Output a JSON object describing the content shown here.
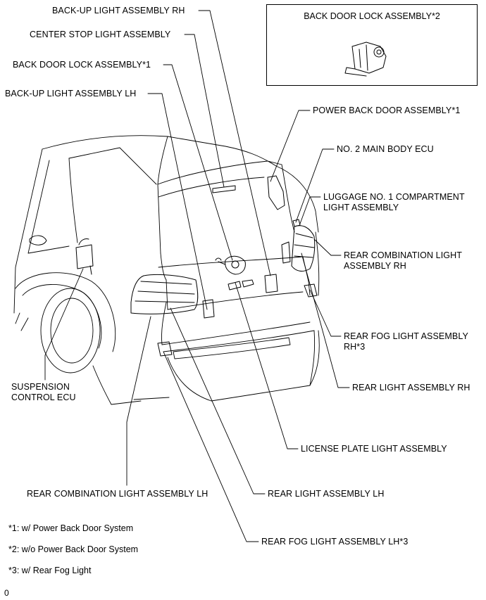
{
  "inset": {
    "title": "BACK DOOR LOCK ASSEMBLY*2"
  },
  "labels": {
    "backup_light_rh": "BACK-UP LIGHT ASSEMBLY RH",
    "center_stop_light": "CENTER STOP LIGHT ASSEMBLY",
    "back_door_lock_1": "BACK DOOR LOCK ASSEMBLY*1",
    "backup_light_lh": "BACK-UP LIGHT ASSEMBLY LH",
    "power_back_door": "POWER BACK DOOR ASSEMBLY*1",
    "no2_main_body_ecu": "NO. 2 MAIN BODY ECU",
    "luggage_light": "LUGGAGE NO. 1 COMPARTMENT\nLIGHT ASSEMBLY",
    "rear_combination_rh": "REAR COMBINATION LIGHT\nASSEMBLY RH",
    "rear_fog_rh": "REAR FOG LIGHT ASSEMBLY\nRH*3",
    "rear_light_rh": "REAR LIGHT ASSEMBLY RH",
    "suspension_ecu": "SUSPENSION\nCONTROL ECU",
    "license_plate_light": "LICENSE PLATE LIGHT ASSEMBLY",
    "rear_combination_lh": "REAR COMBINATION LIGHT ASSEMBLY LH",
    "rear_light_lh": "REAR LIGHT ASSEMBLY LH",
    "rear_fog_lh": "REAR FOG LIGHT ASSEMBLY LH*3"
  },
  "notes": {
    "n1": "*1: w/ Power Back Door System",
    "n2": "*2: w/o Power Back Door System",
    "n3": "*3: w/ Rear Fog Light"
  },
  "figure_id": "0"
}
